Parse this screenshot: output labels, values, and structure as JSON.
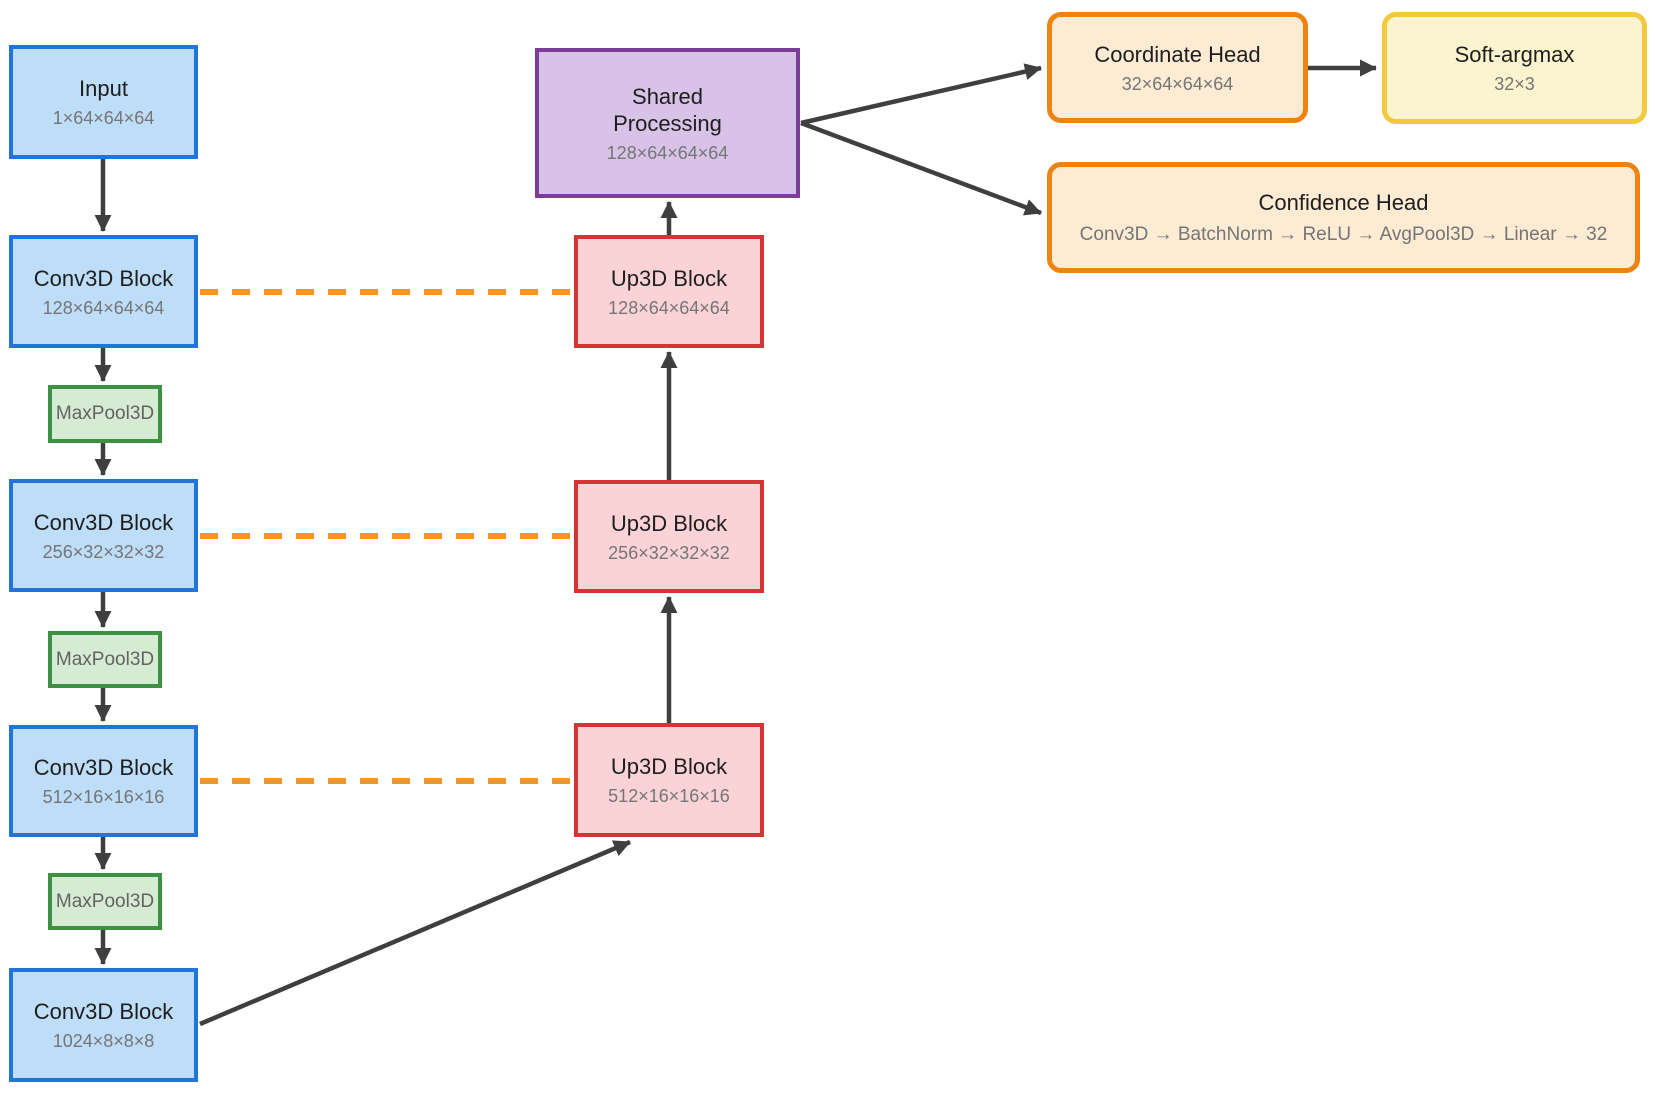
{
  "palette": {
    "encoder_fill": "#BDDDF8",
    "encoder_border": "#2274D9",
    "pool_fill": "#D6EBD4",
    "pool_border": "#3E9142",
    "decoder_fill": "#FBD3D6",
    "decoder_border": "#D53434",
    "shared_fill": "#D8C2E8",
    "shared_border": "#7D3C98",
    "head_fill": "#FDEBD4",
    "head_border": "#EE8213",
    "output_fill": "#FCF4CE",
    "output_border": "#F3C93F",
    "arrow": "#3F3F3F",
    "skip_connection": "#FB9321",
    "title_text": "#1E1E1E",
    "subtitle_text": "#757575"
  },
  "encoder": {
    "input": {
      "title": "Input",
      "shape": "1×64×64×64"
    },
    "conv1": {
      "title": "Conv3D Block",
      "shape": "128×64×64×64"
    },
    "pool1": {
      "label": "MaxPool3D"
    },
    "conv2": {
      "title": "Conv3D Block",
      "shape": "256×32×32×32"
    },
    "pool2": {
      "label": "MaxPool3D"
    },
    "conv3": {
      "title": "Conv3D Block",
      "shape": "512×16×16×16"
    },
    "pool3": {
      "label": "MaxPool3D"
    },
    "conv4": {
      "title": "Conv3D Block",
      "shape": "1024×8×8×8"
    }
  },
  "decoder": {
    "up512": {
      "title": "Up3D Block",
      "shape": "512×16×16×16"
    },
    "up256": {
      "title": "Up3D Block",
      "shape": "256×32×32×32"
    },
    "up128": {
      "title": "Up3D Block",
      "shape": "128×64×64×64"
    },
    "shared": {
      "title_line1": "Shared",
      "title_line2": "Processing",
      "shape": "128×64×64×64"
    }
  },
  "heads": {
    "coordinate": {
      "title": "Coordinate Head",
      "shape": "32×64×64×64"
    },
    "softargmax": {
      "title": "Soft-argmax",
      "shape": "32×3"
    },
    "confidence": {
      "title": "Confidence Head",
      "pipeline": "Conv3D → BatchNorm → ReLU → AvgPool3D → Linear → 32"
    }
  }
}
